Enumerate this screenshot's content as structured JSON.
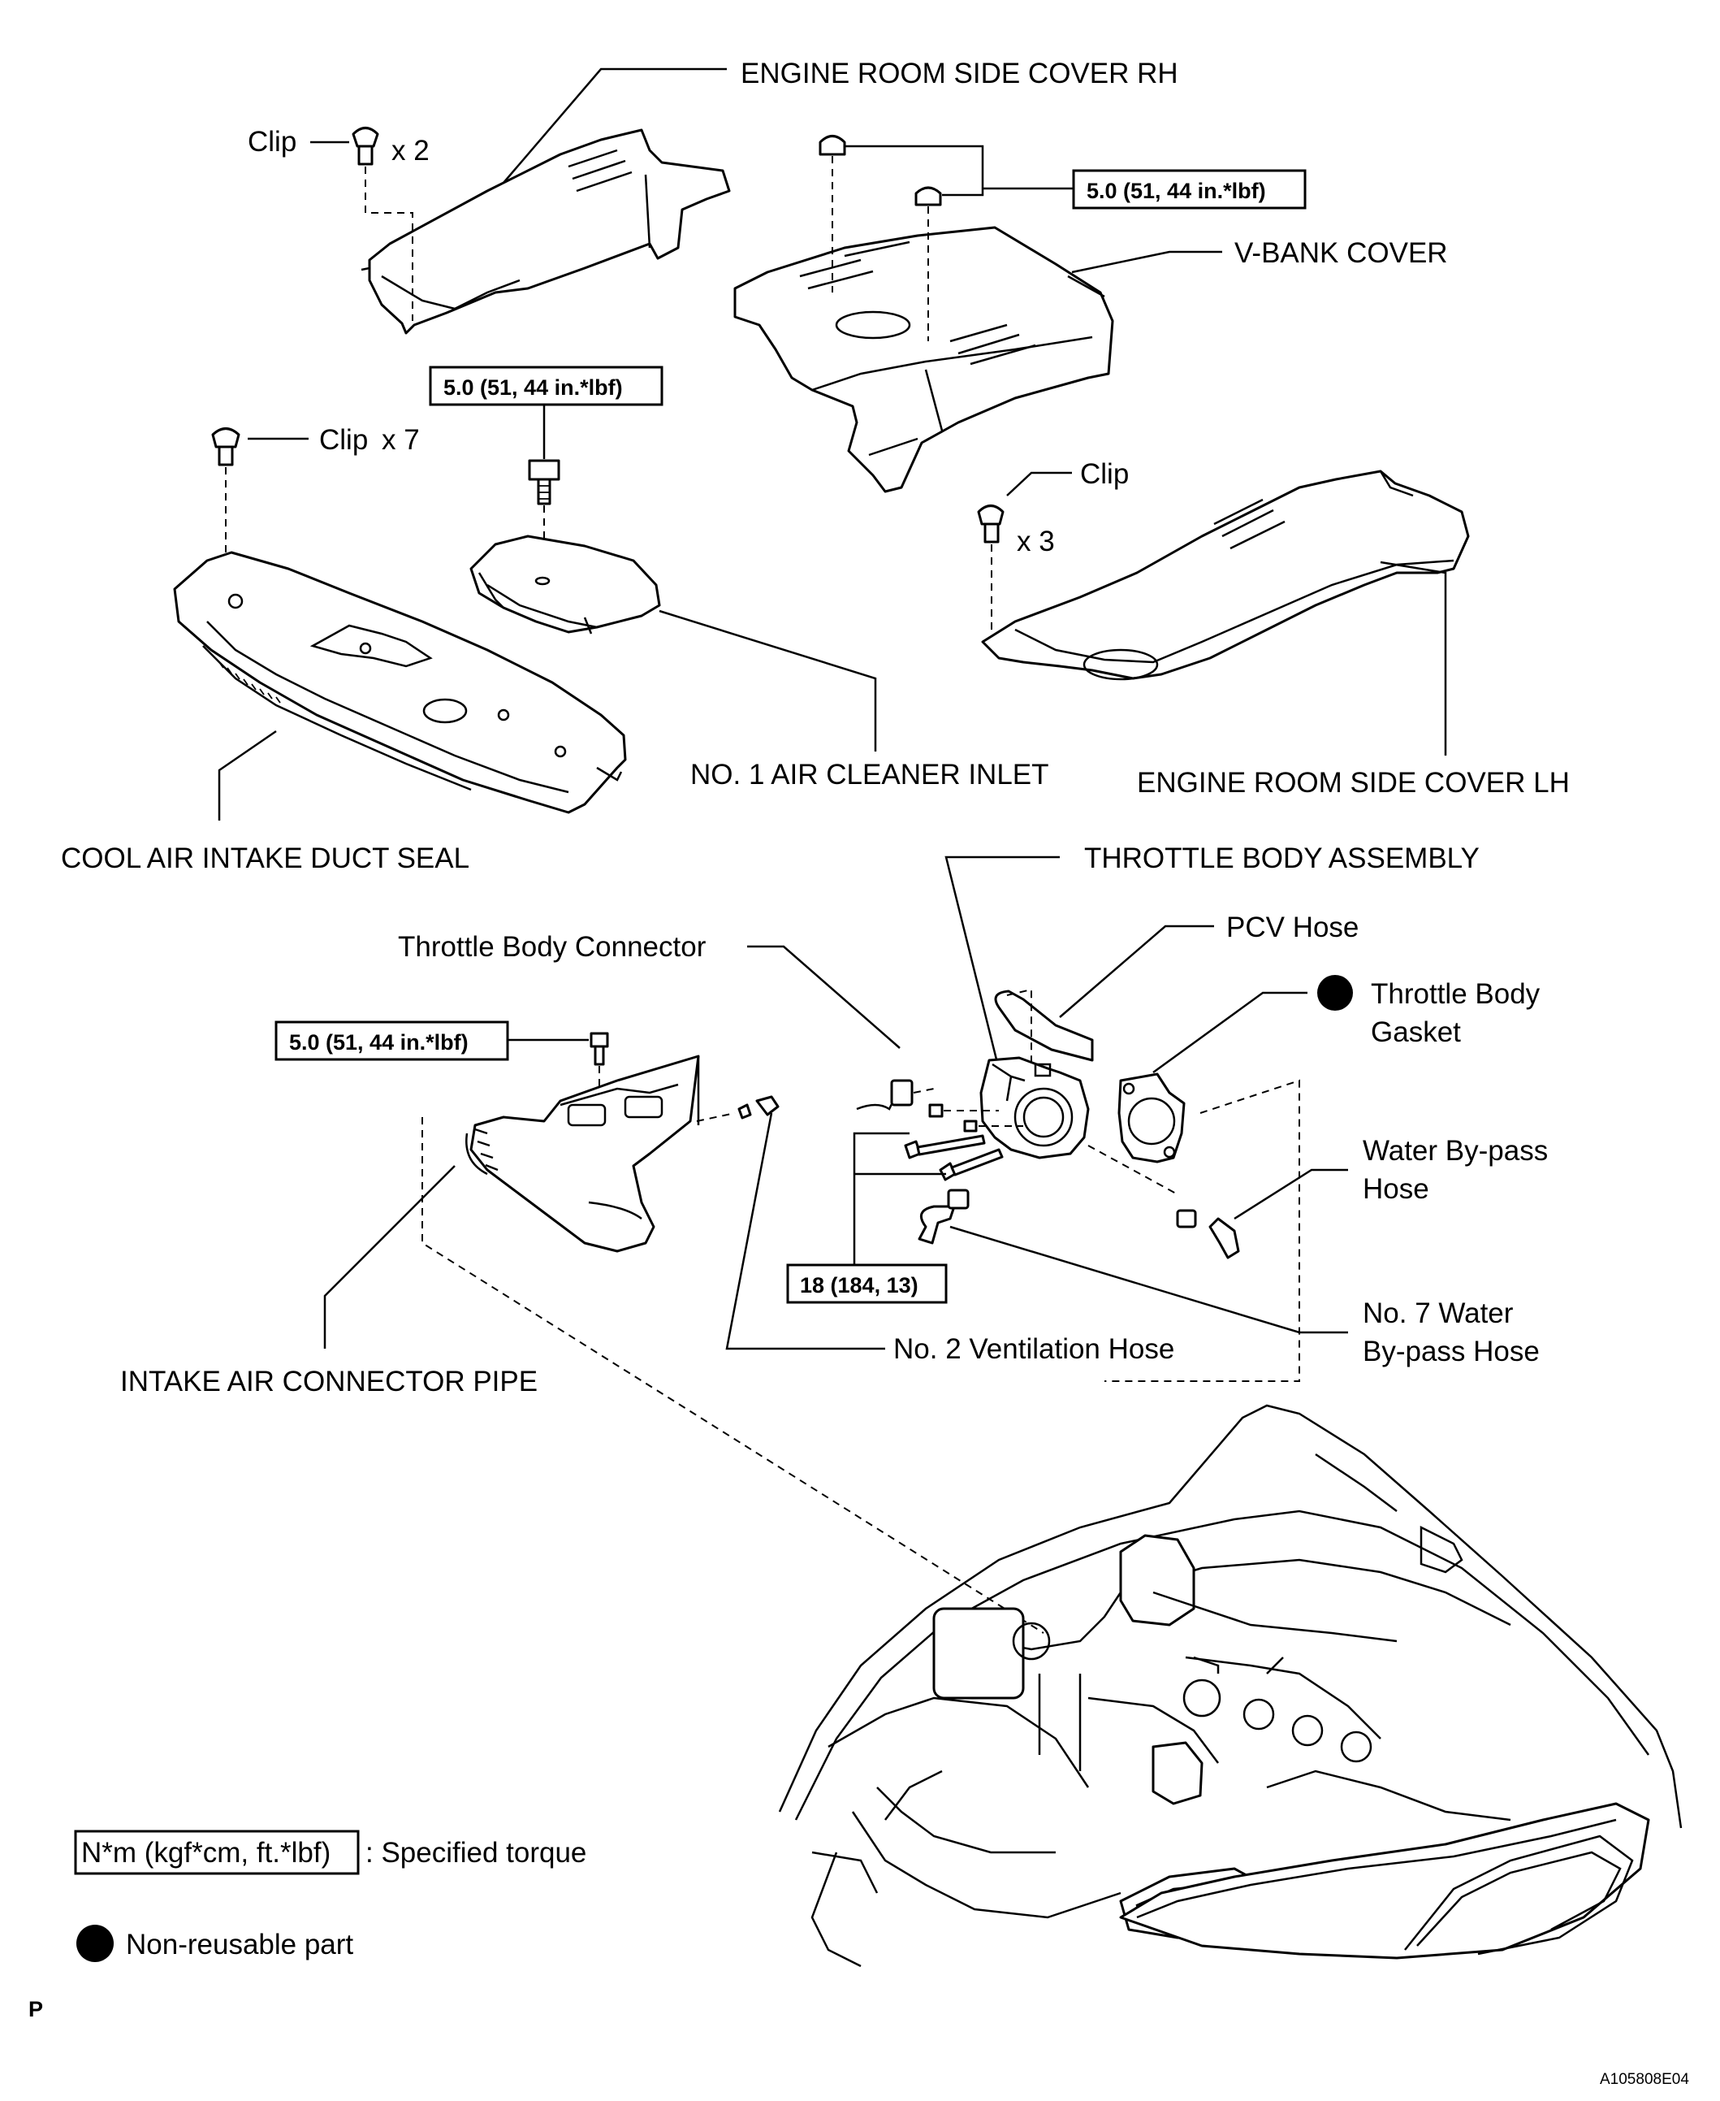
{
  "labels": {
    "side_cover_rh": "ENGINE ROOM SIDE COVER RH",
    "clip_1": "Clip",
    "clip_1_qty": "x 2",
    "v_bank_torque": "5.0 (51, 44 in.*lbf)",
    "v_bank_cover": "V-BANK COVER",
    "air_cleaner_torque": "5.0 (51, 44 in.*lbf)",
    "clip_2": "Clip",
    "clip_2_qty": "x 7",
    "clip_3": "Clip",
    "clip_3_qty": "x 3",
    "air_cleaner_inlet": "NO. 1 AIR CLEANER INLET",
    "side_cover_lh": "ENGINE ROOM SIDE COVER LH",
    "duct_seal": "COOL AIR INTAKE DUCT SEAL",
    "throttle_body_assembly": "THROTTLE BODY ASSEMBLY",
    "pcv_hose": "PCV Hose",
    "throttle_body_connector": "Throttle Body Connector",
    "throttle_body_gasket_1": "Throttle Body",
    "throttle_body_gasket_2": "Gasket",
    "connector_pipe_torque": "5.0 (51, 44 in.*lbf)",
    "water_bypass_1": "Water By-pass",
    "water_bypass_2": "Hose",
    "throttle_torque": "18 (184, 13)",
    "no7_water_1": "No. 7 Water",
    "no7_water_2": "By-pass Hose",
    "no2_ventilation": "No. 2 Ventilation Hose",
    "intake_connector_pipe": "INTAKE AIR CONNECTOR PIPE"
  },
  "legend": {
    "torque_box": "N*m (kgf*cm, ft.*lbf)",
    "torque_text": ": Specified torque",
    "nonreusable_text": "Non-reusable part"
  },
  "corner_mark": "P",
  "figure_id": "A105808E04"
}
